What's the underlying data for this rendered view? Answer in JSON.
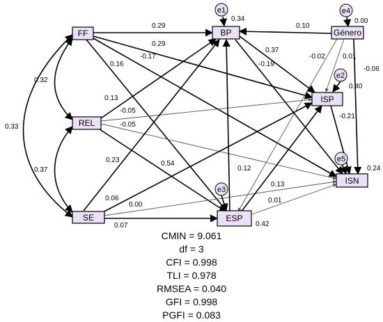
{
  "nodes": {
    "ff": "FF",
    "rel": "REL",
    "se": "SE",
    "bp": "BP",
    "isp": "ISP",
    "esp": "ESP",
    "isn": "ISN",
    "genero": "Género"
  },
  "errors": {
    "e1": "e1",
    "e2": "e2",
    "e3": "e3",
    "e4": "e4",
    "e5": "e5"
  },
  "r2": {
    "bp": "0.34",
    "isp": "0.40",
    "esp": "0.42",
    "isn": "0.24",
    "genero": "0.00"
  },
  "coefficients": {
    "ff_bp": "0.29",
    "ff_isp": "0.29",
    "ff_isn": "-0.17",
    "ff_esp": "0.16",
    "rel_bp": "0.13",
    "rel_isp": "-0.05",
    "rel_isn": "-0.05",
    "rel_esp": "0.54",
    "se_bp": "0.23",
    "se_isp": "0.06",
    "se_isn": "0.00",
    "se_esp": "0.07",
    "genero_bp": "0.10",
    "genero_esp": "-0.02",
    "genero_isp": "0.01",
    "genero_isn": "-0.06",
    "bp_isp": "0.37",
    "bp_isn": "-0.19",
    "isp_isn": "-0.21",
    "esp_bp": "0.12",
    "esp_isn": "0.13",
    "esp_isp": "0.01"
  },
  "correlations": {
    "ff_rel": "0.32",
    "ff_se": "0.33",
    "rel_se": "0.37"
  },
  "fit": {
    "cmin": "CMIN = 9.061",
    "df": "df = 3",
    "cfi": "CFI = 0.998",
    "tli": "TLI = 0.978",
    "rmsea": "RMSEA = 0.040",
    "gfi": "GFI = 0.998",
    "pgfi": "PGFI = 0.083"
  }
}
